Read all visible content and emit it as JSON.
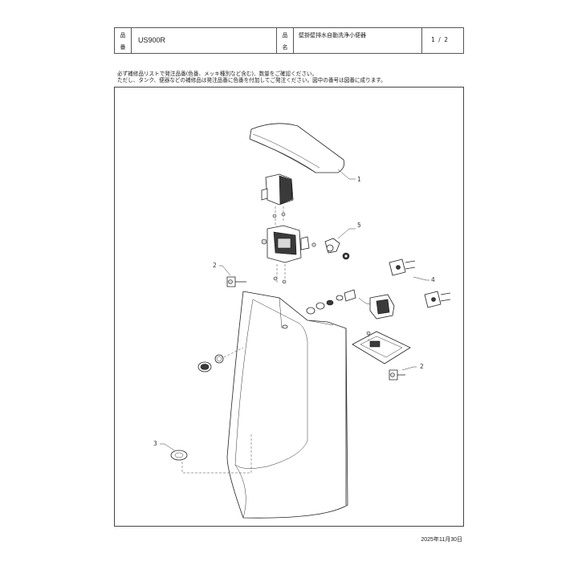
{
  "header": {
    "code_label_top": "品",
    "code_label_bottom": "番",
    "product_code": "US900R",
    "name_label_top": "品",
    "name_label_bottom": "名",
    "product_name": "壁掛壁排水自動洗浄小便器",
    "page": "1 / 2"
  },
  "notes": {
    "line1": "必ず補修品リストで発注品番(色番、メッキ種別など含む)、数量をご確認ください。",
    "line2": "ただし、タンク、便器などの補修品は発注品番に色番を付加してご発注ください。図中の番号は図番に成ります。"
  },
  "callouts": [
    "1",
    "2",
    "2",
    "3",
    "4",
    "5"
  ],
  "footer": {
    "date": "2025年11月30日"
  }
}
